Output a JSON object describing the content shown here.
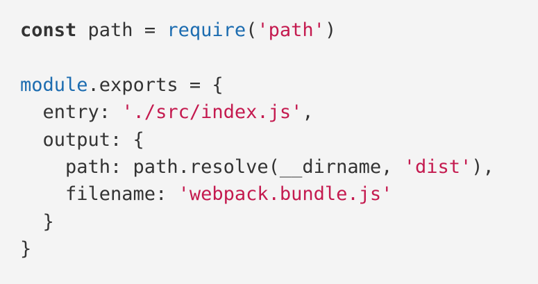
{
  "colors": {
    "background": "#f4f4f4",
    "text": "#333333",
    "keyword": "#333333",
    "builtin": "#1c6cb0",
    "string": "#c41a4f"
  },
  "code": {
    "line1": {
      "keyword": "const",
      "text1": " path = ",
      "builtin": "require",
      "text2": "(",
      "string": "'path'",
      "text3": ")"
    },
    "line2": {},
    "line3": {
      "builtin": "module",
      "text1": ".exports = {"
    },
    "line4": {
      "text1": "  entry: ",
      "string": "'./src/index.js'",
      "text2": ","
    },
    "line5": {
      "text1": "  output: {"
    },
    "line6": {
      "text1": "    path: path.resolve(__dirname, ",
      "string": "'dist'",
      "text2": "),"
    },
    "line7": {
      "text1": "    filename: ",
      "string": "'webpack.bundle.js'"
    },
    "line8": {
      "text1": "  }"
    },
    "line9": {
      "text1": "}"
    }
  }
}
